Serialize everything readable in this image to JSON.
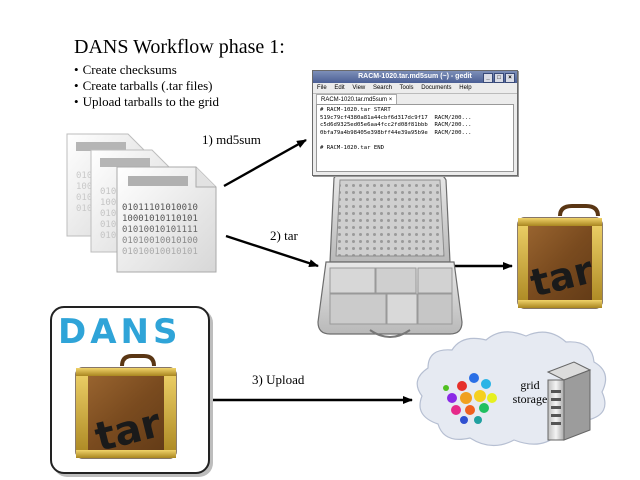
{
  "title": "DANS Workflow phase 1:",
  "bullets": [
    "Create checksums",
    "Create tarballs (.tar files)",
    "Upload tarballs to the grid"
  ],
  "steps": {
    "md5sum": "1) md5sum",
    "tar": "2) tar",
    "upload": "3) Upload"
  },
  "documents": {
    "lines": [
      "01011101010010",
      "10001010110101",
      "01010010101111",
      "01010010010100",
      "01010010010101"
    ],
    "back_lines": [
      "010",
      "100",
      "010",
      "010"
    ],
    "mid_lines": [
      "010",
      "100",
      "010",
      "010",
      "010"
    ]
  },
  "gedit": {
    "window_title": "RACM-1020.tar.md5sum (~) - gedit",
    "menu": [
      "File",
      "Edit",
      "View",
      "Search",
      "Tools",
      "Documents",
      "Help"
    ],
    "tab": "RACM-1020.tar.md5sum",
    "lines": [
      "# RACM-1020.tar START",
      "519c79cf4380a81a44cbf6d317dc9f17  RACM/200...",
      "c5d6d9325ed05e6aa4fcc2fd08f81bbb  RACM/200...",
      "0bfa79a4b98405e398bff44e39a95b9e  RACM/200...",
      "",
      "# RACM-1020.tar END"
    ]
  },
  "tar_label": "tar",
  "dans_logo": "DANS",
  "grid_storage": {
    "line1": "grid",
    "line2": "storage"
  },
  "colors": {
    "suitcase_brown": "#8a5a2b",
    "brass": "#c9a227",
    "dans_blue": "#2fa4d8",
    "cloud": "#e6eaf2"
  }
}
